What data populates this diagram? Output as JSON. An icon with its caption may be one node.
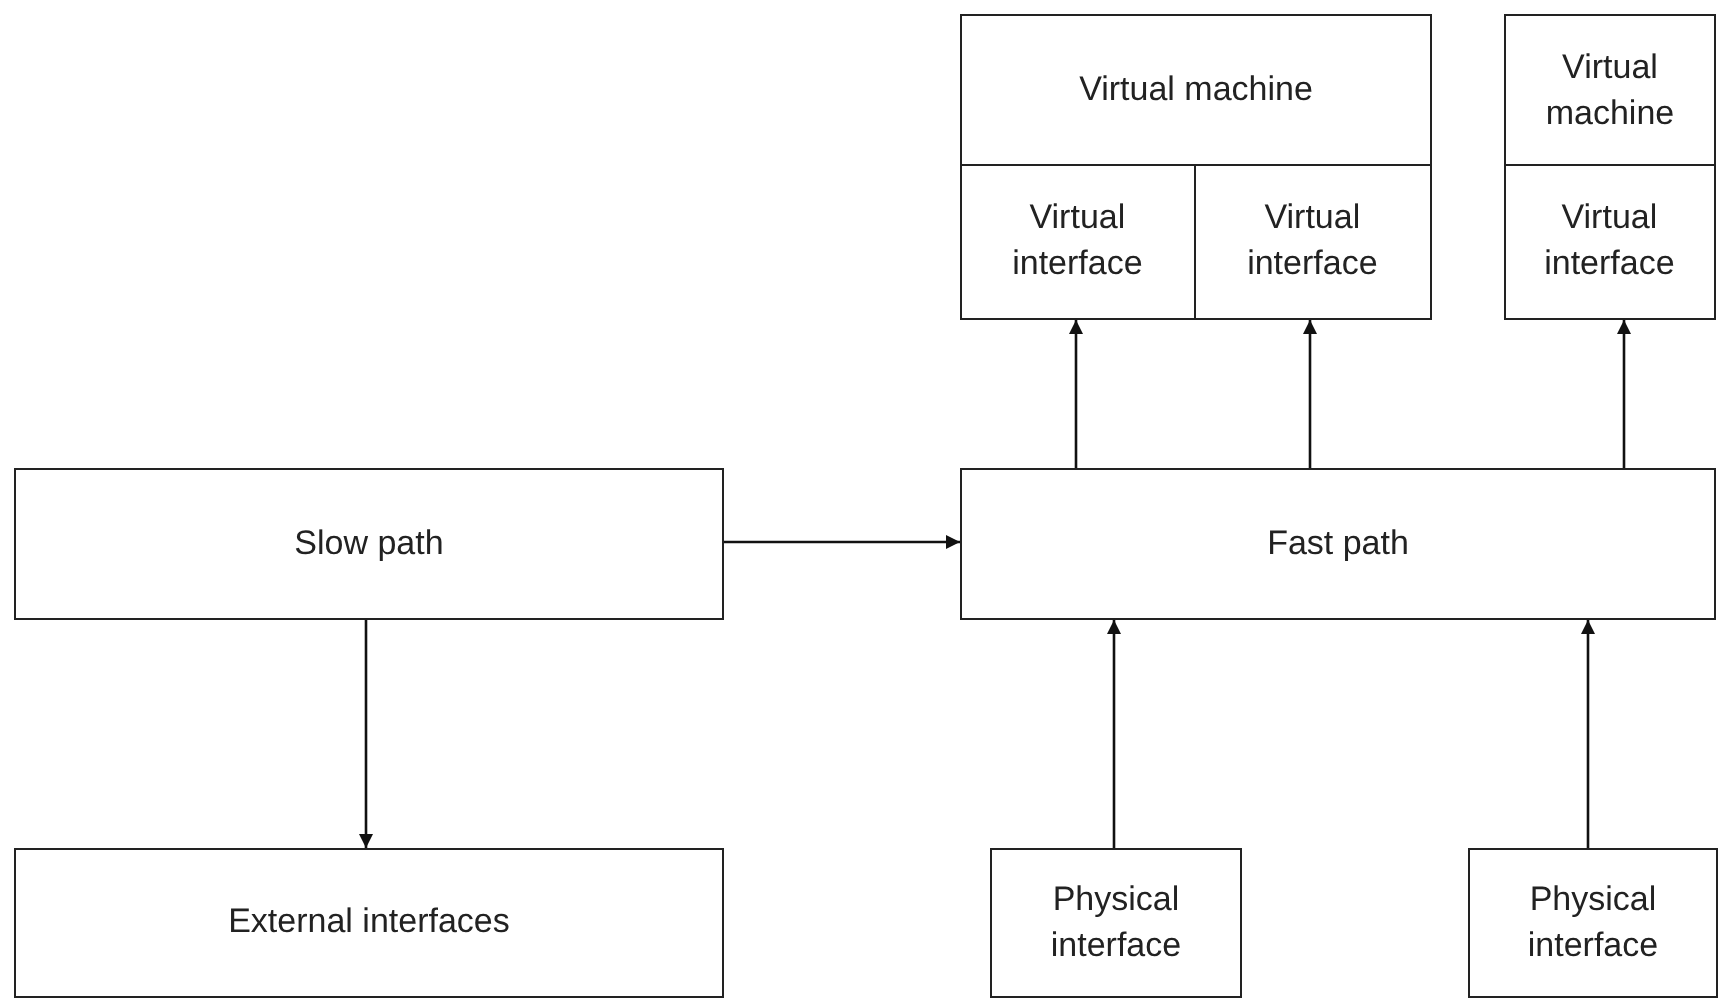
{
  "diagram": {
    "nodes": [
      {
        "text": [
          "Virtual machine"
        ]
      },
      {
        "text": [
          "Virtual interface"
        ],
        "in": 0
      },
      {
        "text": [
          "Virtual interface"
        ],
        "in": 0
      },
      {
        "text": [
          "Virtual machine"
        ]
      },
      {
        "text": [
          "Virtual interface"
        ],
        "in": 3
      },
      {
        "text": [
          "Slow path"
        ]
      },
      {
        "text": [
          "Fast path"
        ]
      },
      {
        "text": [
          "External interfaces"
        ]
      },
      {
        "text": [
          "Physical interface"
        ]
      },
      {
        "text": [
          "Physical interface"
        ]
      }
    ],
    "edges": [
      {
        "from": 5,
        "to": 6,
        "arrow": "to"
      },
      {
        "from": 5,
        "to": 7,
        "arrow": "to"
      },
      {
        "from": 6,
        "to": 1,
        "arrow": "to"
      },
      {
        "from": 6,
        "to": 2,
        "arrow": "to"
      },
      {
        "from": 6,
        "to": 4,
        "arrow": "to"
      },
      {
        "from": 8,
        "to": 6,
        "arrow": "to"
      },
      {
        "from": 9,
        "to": 6,
        "arrow": "to"
      }
    ]
  }
}
